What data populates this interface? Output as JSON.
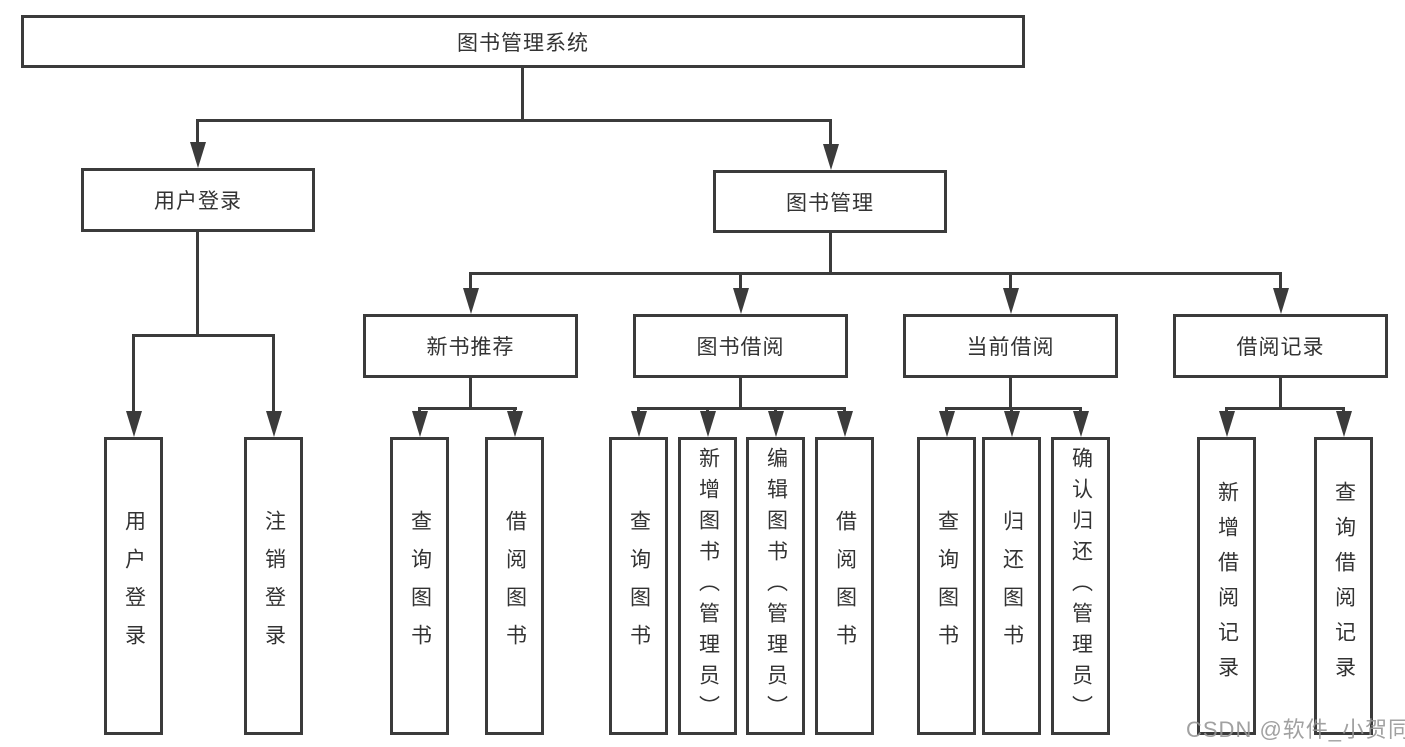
{
  "colors": {
    "background": "#ffffff",
    "line": "#3b3b3b",
    "box_border": "#3b3b3b",
    "text": "#333333",
    "watermark": "#949494"
  },
  "watermark": {
    "text": "CSDN @软件_小贺同学"
  },
  "tree": {
    "root": {
      "label": "图书管理系统"
    },
    "level2": [
      {
        "label": "用户登录"
      },
      {
        "label": "图书管理"
      }
    ],
    "level3": [
      {
        "label": "新书推荐",
        "parent": "图书管理"
      },
      {
        "label": "图书借阅",
        "parent": "图书管理"
      },
      {
        "label": "当前借阅",
        "parent": "图书管理"
      },
      {
        "label": "借阅记录",
        "parent": "图书管理"
      }
    ],
    "leaves": [
      {
        "label": "用户登录",
        "parent": "用户登录"
      },
      {
        "label": "注销登录",
        "parent": "用户登录"
      },
      {
        "label": "查询图书",
        "parent": "新书推荐"
      },
      {
        "label": "借阅图书",
        "parent": "新书推荐"
      },
      {
        "label": "查询图书",
        "parent": "图书借阅"
      },
      {
        "label": "新增图书（管理员）",
        "parent": "图书借阅"
      },
      {
        "label": "编辑图书（管理员）",
        "parent": "图书借阅"
      },
      {
        "label": "借阅图书",
        "parent": "图书借阅"
      },
      {
        "label": "查询图书",
        "parent": "当前借阅"
      },
      {
        "label": "归还图书",
        "parent": "当前借阅"
      },
      {
        "label": "确认归还（管理员）",
        "parent": "当前借阅"
      },
      {
        "label": "新增借阅记录",
        "parent": "借阅记录"
      },
      {
        "label": "查询借阅记录",
        "parent": "借阅记录"
      }
    ]
  }
}
